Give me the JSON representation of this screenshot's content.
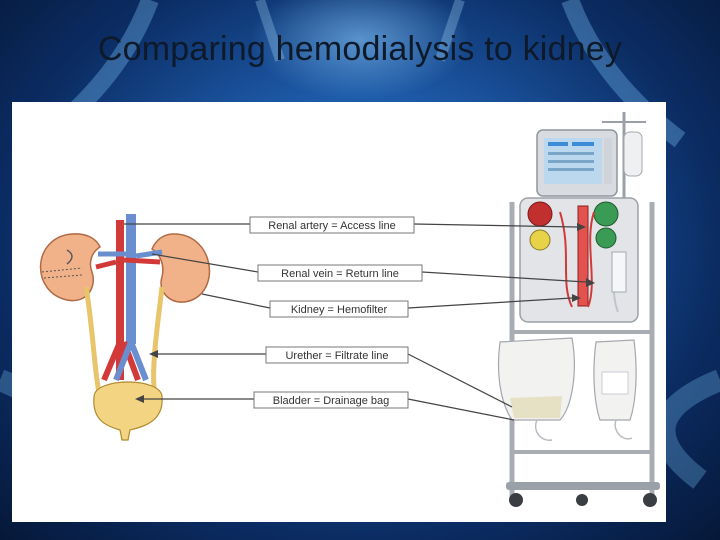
{
  "slide": {
    "title": "Comparing hemodialysis to kidney"
  },
  "labels": [
    {
      "text": "Renal artery = Access line"
    },
    {
      "text": "Renal vein = Return line"
    },
    {
      "text": "Kidney = Hemofilter"
    },
    {
      "text": "Urether = Filtrate line"
    },
    {
      "text": "Bladder = Drainage bag"
    }
  ],
  "colors": {
    "artery": "#d23a3a",
    "vein": "#6a8fd0",
    "kidney": "#f1b28a",
    "ureter": "#e8c46a",
    "machine": "#c9ccd2"
  }
}
